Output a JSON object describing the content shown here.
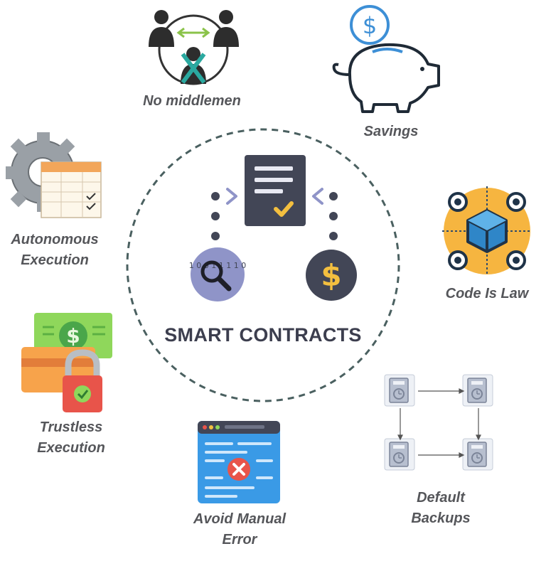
{
  "center": {
    "title": "SMART CONTRACTS"
  },
  "features": [
    {
      "lines": [
        "No middlemen"
      ]
    },
    {
      "lines": [
        "Savings"
      ]
    },
    {
      "lines": [
        "Autonomous",
        "Execution"
      ]
    },
    {
      "lines": [
        "Code Is Law"
      ]
    },
    {
      "lines": [
        "Trustless",
        "Execution"
      ]
    },
    {
      "lines": [
        "Avoid Manual",
        "Error"
      ]
    },
    {
      "lines": [
        "Default",
        "Backups"
      ]
    }
  ],
  "center_icons": {
    "binary_digits": "1 0 1 0 0 1 1 1 1 0 0 1"
  },
  "icons": [
    "people-exchange-icon",
    "piggy-bank-icon",
    "gear-spreadsheet-icon",
    "blockchain-gears-icon",
    "money-lock-icon",
    "browser-error-icon",
    "backup-servers-icon",
    "document-check-icon",
    "search-data-icon",
    "dollar-coin-icon"
  ],
  "colors": {
    "label": "#55565a",
    "center_dark": "#424656",
    "accent_yellow": "#f3bf3f",
    "accent_purple": "#8f94c8",
    "dashed_circle": "#4a6060"
  }
}
